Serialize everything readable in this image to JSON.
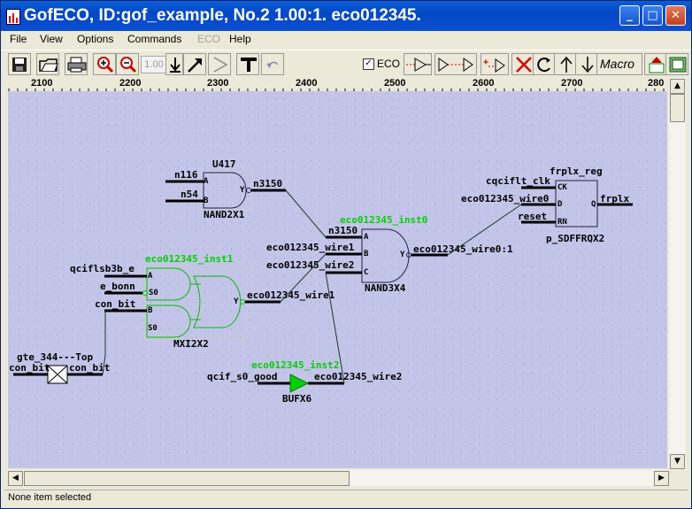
{
  "window": {
    "title": "GofECO, ID:gof_example, No.2 1.00:1. eco012345."
  },
  "menu": [
    "File",
    "View",
    "Options",
    "Commands",
    "ECO",
    "Help"
  ],
  "toolbar": {
    "zoom_value": "1.00",
    "eco_label": "ECO",
    "eco_checked": "✓",
    "macro_label": "Macro"
  },
  "ruler": [
    "2100",
    "2200",
    "2300",
    "2400",
    "2500",
    "2600",
    "2700",
    "280"
  ],
  "schematic": {
    "u417": {
      "inst": "U417",
      "cell": "NAND2X1",
      "pin_a": "A",
      "pin_b": "B",
      "pin_y": "Y",
      "net_a": "n116",
      "net_b": "n54",
      "net_y": "n3150"
    },
    "inst0": {
      "inst": "eco012345_inst0",
      "cell": "NAND3X4",
      "pin_a": "A",
      "pin_b": "B",
      "pin_c": "C",
      "pin_y": "Y",
      "net_a": "n3150",
      "net_b": "eco012345_wire1",
      "net_c": "eco012345_wire2",
      "net_y": "eco012345_wire0:1"
    },
    "inst1": {
      "inst": "eco012345_inst1",
      "cell": "MXI2X2",
      "pin_a": "A",
      "pin_s0a": "S0",
      "pin_b": "B",
      "pin_s0b": "S0",
      "pin_y": "Y",
      "net_a": "qciflsb3b_e",
      "net_s0a": "e_bonn",
      "net_b": "con_bit",
      "net_y": "eco012345_wire1"
    },
    "inst2": {
      "inst": "eco012345_inst2",
      "cell": "BUFX6",
      "net_in": "qcif_s0_good",
      "net_out": "eco012345_wire2"
    },
    "frplx": {
      "inst": "frplx_reg",
      "cell": "p_SDFFRQX2",
      "pin_ck": "CK",
      "pin_d": "D",
      "pin_rn": "RN",
      "pin_q": "Q",
      "net_ck": "cqciflt_clk",
      "net_d": "eco012345_wire0",
      "net_rn": "reset",
      "net_q": "frplx"
    },
    "port": {
      "label": "gte_344---Top",
      "left": "con_bit",
      "right": "con_bit"
    }
  },
  "status": "None item selected",
  "colors": {
    "eco": "#00d000",
    "wire": "#000000",
    "gate": "#202040",
    "canvas": "#c3c5e8"
  }
}
